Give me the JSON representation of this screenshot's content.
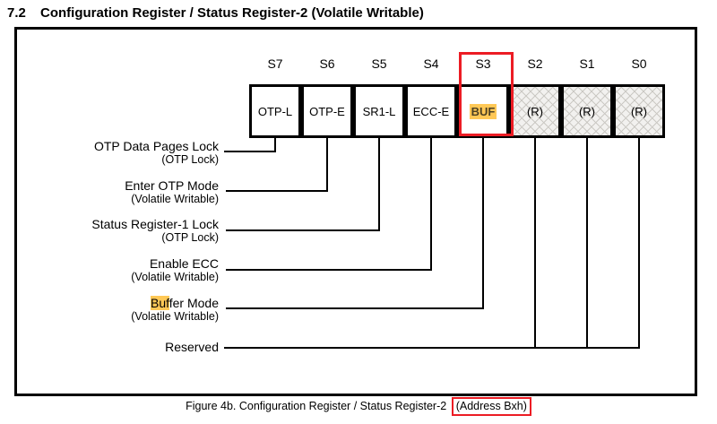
{
  "heading": {
    "number": "7.2",
    "title": "Configuration Register / Status Register-2 (Volatile Writable)"
  },
  "register": {
    "bit_labels": [
      "S7",
      "S6",
      "S5",
      "S4",
      "S3",
      "S2",
      "S1",
      "S0"
    ],
    "cells": [
      {
        "label": "OTP-L"
      },
      {
        "label": "OTP-E"
      },
      {
        "label": "SR1-L"
      },
      {
        "label": "ECC-E"
      },
      {
        "label": "BUF"
      },
      {
        "label": "(R)"
      },
      {
        "label": "(R)"
      },
      {
        "label": "(R)"
      }
    ],
    "descriptions": [
      {
        "label": "OTP Data Pages Lock",
        "sub": "(OTP Lock)"
      },
      {
        "label": "Enter OTP Mode",
        "sub": "(Volatile Writable)"
      },
      {
        "label": "Status Register-1 Lock",
        "sub": "(OTP Lock)"
      },
      {
        "label": "Enable ECC",
        "sub": "(Volatile Writable)"
      },
      {
        "label_highlight": "Buf",
        "label_rest": "fer Mode",
        "sub": "(Volatile Writable)"
      },
      {
        "label": "Reserved"
      }
    ]
  },
  "caption": {
    "figure": "Figure 4b. Configuration Register / Status Register-2",
    "boxed": "(Address Bxh)"
  },
  "colors": {
    "highlight": "#ffc856",
    "annotation_red": "#ec1c24",
    "hatch_line": "#cbc9c4"
  }
}
